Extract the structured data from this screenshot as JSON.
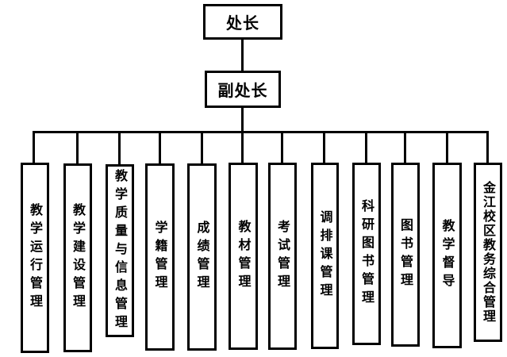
{
  "head": "处长",
  "deputy": "副处长",
  "departments": [
    "教学运行管理",
    "教学建设管理",
    "教学质量与信息管理",
    "学籍管理",
    "成绩管理",
    "教材管理",
    "考试管理",
    "调排课管理",
    "科研图书管理",
    "图书管理",
    "教学督导",
    "金江校区教务综合管理"
  ]
}
